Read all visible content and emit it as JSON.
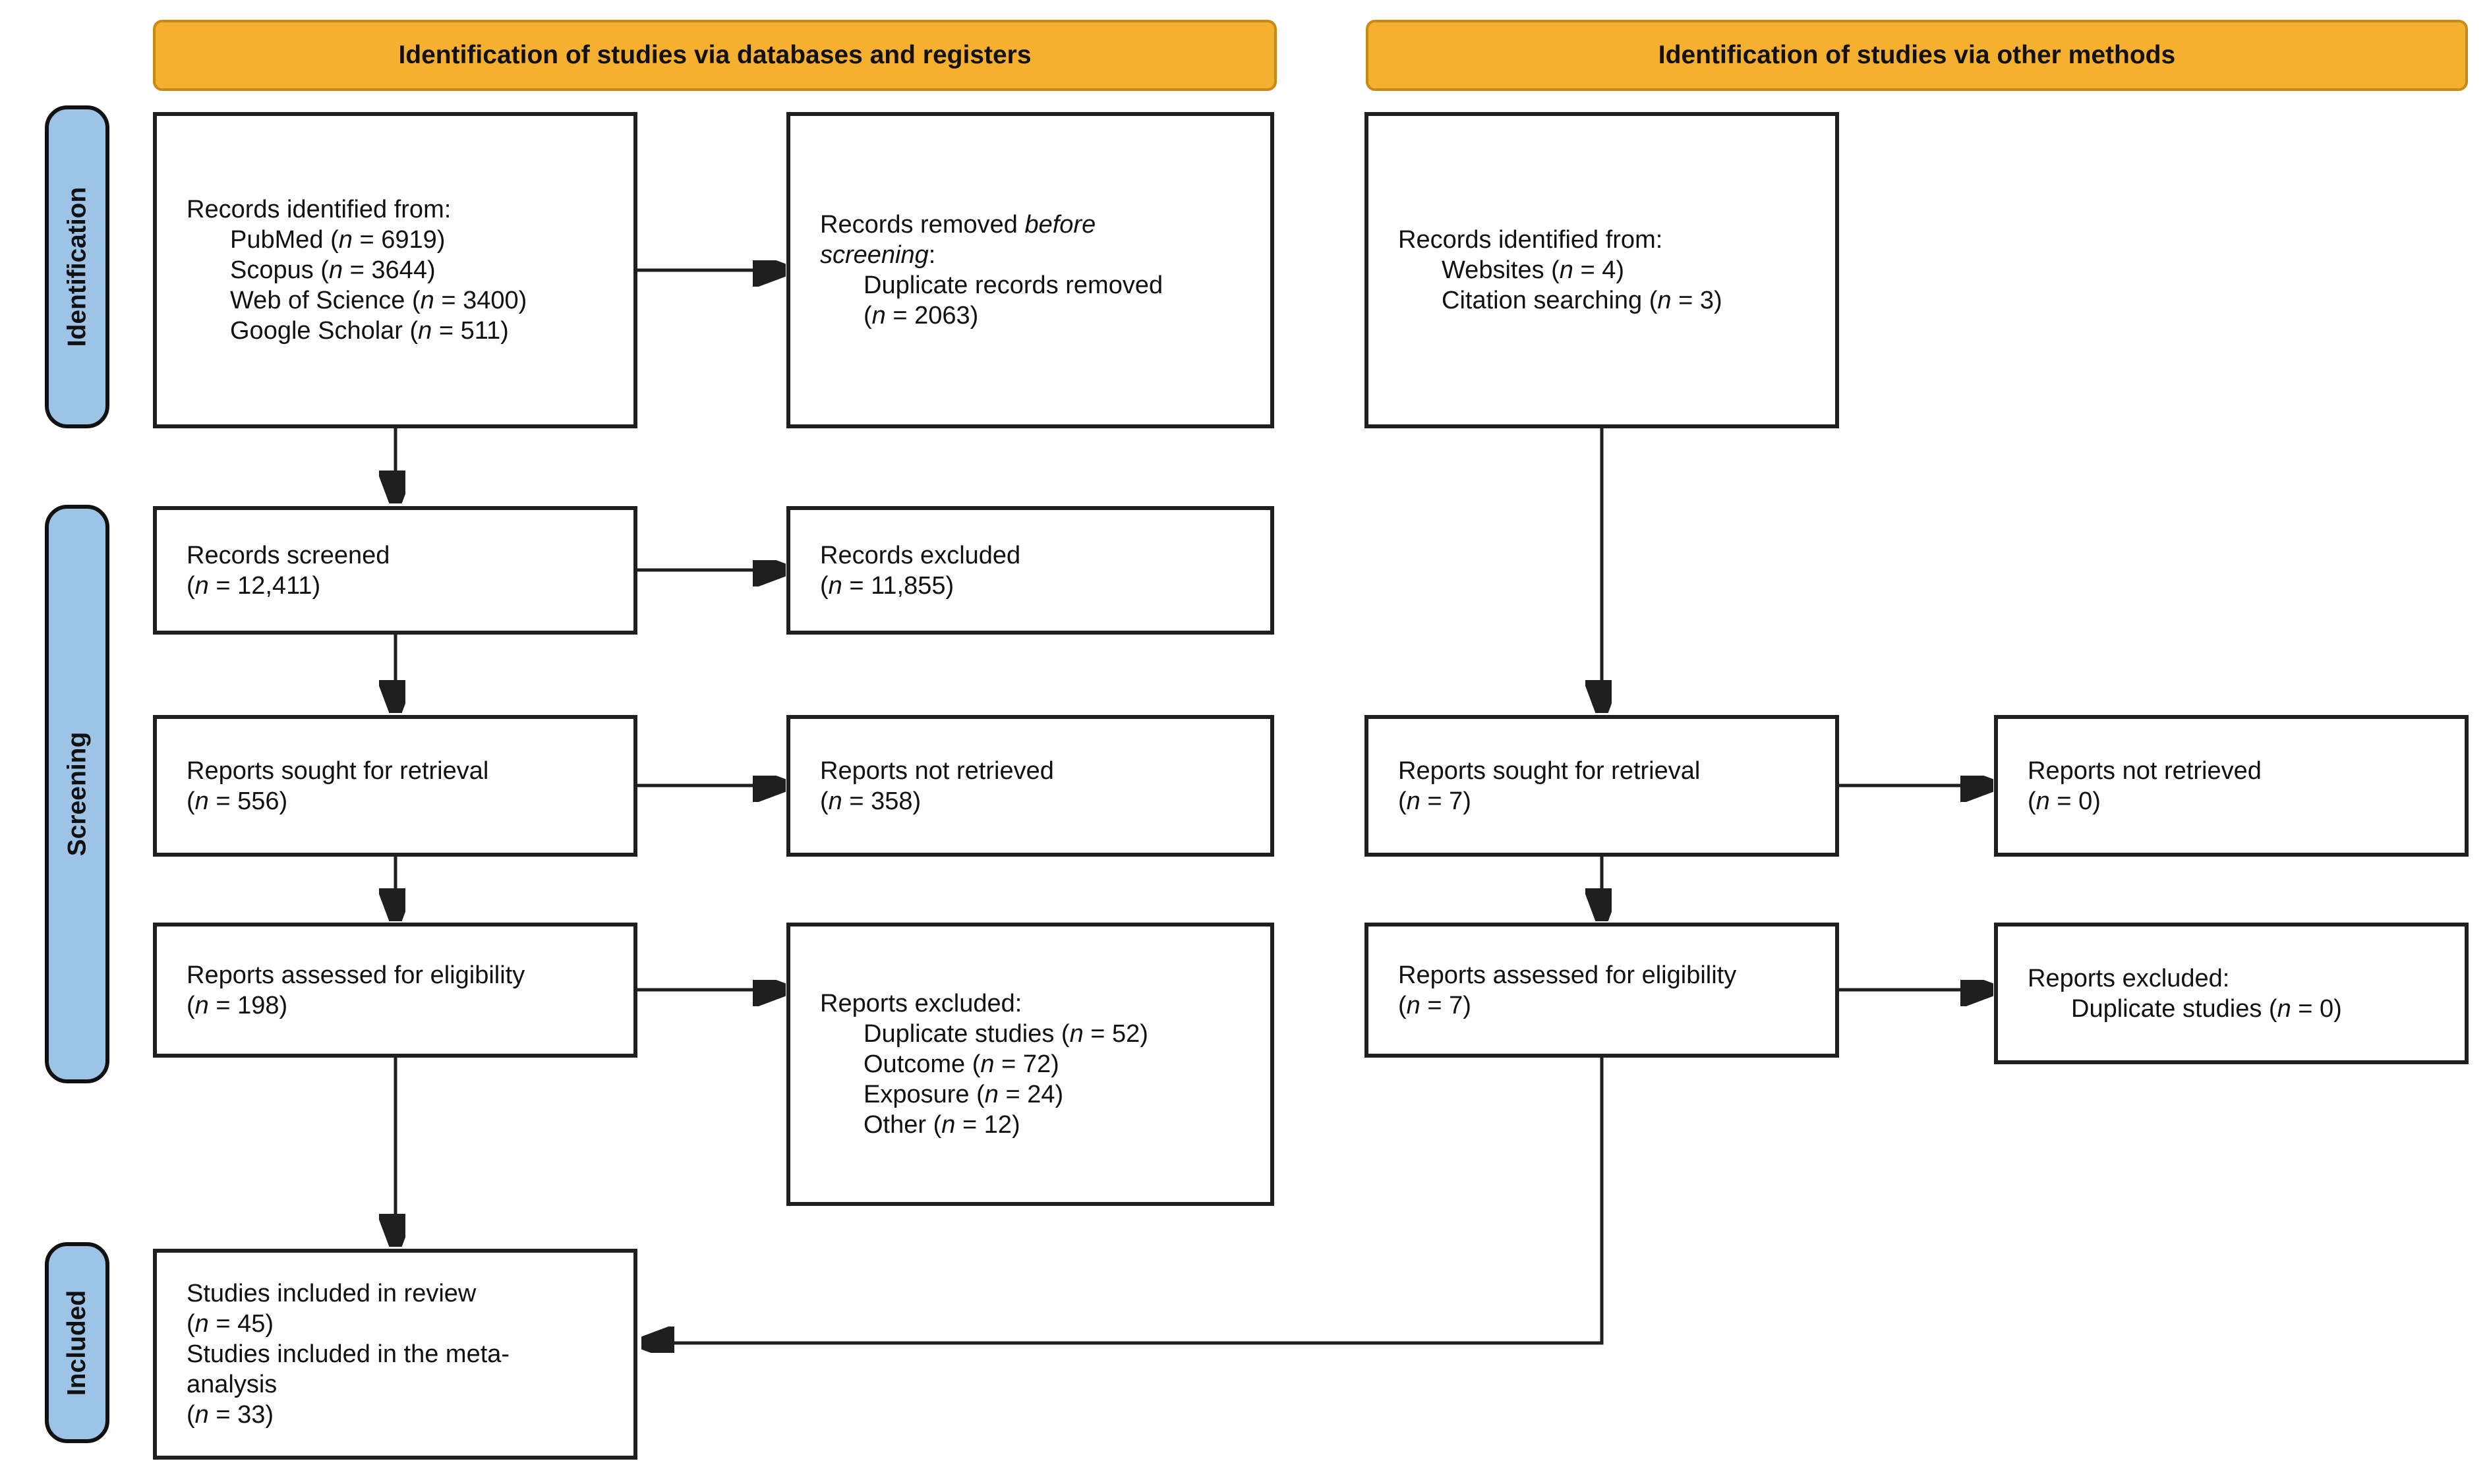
{
  "colors": {
    "banner_fill": "#F6B02F",
    "banner_border": "#C78A19",
    "stage_fill": "#9DC3E6",
    "box_border": "#1F1F1F",
    "text": "#111111"
  },
  "banners": {
    "databases": "Identification of studies via databases and registers",
    "other": "Identification of studies via other methods"
  },
  "stages": {
    "identification": "Identification",
    "screening": "Screening",
    "included": "Included"
  },
  "boxes": {
    "records_identified_db": {
      "lines": [
        {
          "parts": [
            {
              "t": "Records identified from:"
            }
          ]
        },
        {
          "indent": 1,
          "parts": [
            {
              "t": "PubMed ("
            },
            {
              "t": "n",
              "i": 1
            },
            {
              "t": " = 6919)"
            }
          ]
        },
        {
          "indent": 1,
          "parts": [
            {
              "t": "Scopus ("
            },
            {
              "t": "n",
              "i": 1
            },
            {
              "t": " = 3644)"
            }
          ]
        },
        {
          "indent": 1,
          "parts": [
            {
              "t": "Web of Science ("
            },
            {
              "t": "n",
              "i": 1
            },
            {
              "t": " = 3400)"
            }
          ]
        },
        {
          "indent": 1,
          "parts": [
            {
              "t": "Google Scholar ("
            },
            {
              "t": "n",
              "i": 1
            },
            {
              "t": " = 511)"
            }
          ]
        }
      ]
    },
    "records_removed": {
      "lines": [
        {
          "parts": [
            {
              "t": "Records removed "
            },
            {
              "t": "before",
              "i": 1
            }
          ]
        },
        {
          "parts": [
            {
              "t": "screening",
              "i": 1
            },
            {
              "t": ":"
            }
          ]
        },
        {
          "indent": 1,
          "parts": [
            {
              "t": "Duplicate records removed"
            }
          ]
        },
        {
          "indent": 1,
          "parts": [
            {
              "t": "("
            },
            {
              "t": "n",
              "i": 1
            },
            {
              "t": " = 2063)"
            }
          ]
        }
      ]
    },
    "records_identified_other": {
      "lines": [
        {
          "parts": [
            {
              "t": "Records identified from:"
            }
          ]
        },
        {
          "indent": 1,
          "parts": [
            {
              "t": "Websites ("
            },
            {
              "t": "n",
              "i": 1
            },
            {
              "t": " = 4)"
            }
          ]
        },
        {
          "indent": 1,
          "parts": [
            {
              "t": "Citation searching ("
            },
            {
              "t": "n",
              "i": 1
            },
            {
              "t": " = 3)"
            }
          ]
        }
      ]
    },
    "records_screened": {
      "lines": [
        {
          "parts": [
            {
              "t": "Records screened"
            }
          ]
        },
        {
          "parts": [
            {
              "t": "("
            },
            {
              "t": "n",
              "i": 1
            },
            {
              "t": " = 12,411)"
            }
          ]
        }
      ]
    },
    "records_excluded": {
      "lines": [
        {
          "parts": [
            {
              "t": "Records excluded"
            }
          ]
        },
        {
          "parts": [
            {
              "t": "("
            },
            {
              "t": "n",
              "i": 1
            },
            {
              "t": " = 11,855)"
            }
          ]
        }
      ]
    },
    "reports_sought_db": {
      "lines": [
        {
          "parts": [
            {
              "t": "Reports sought for retrieval"
            }
          ]
        },
        {
          "parts": [
            {
              "t": "("
            },
            {
              "t": "n",
              "i": 1
            },
            {
              "t": " = 556)"
            }
          ]
        }
      ]
    },
    "reports_not_retrieved_db": {
      "lines": [
        {
          "parts": [
            {
              "t": "Reports not retrieved"
            }
          ]
        },
        {
          "parts": [
            {
              "t": "("
            },
            {
              "t": "n",
              "i": 1
            },
            {
              "t": " = 358)"
            }
          ]
        }
      ]
    },
    "reports_assessed_db": {
      "lines": [
        {
          "parts": [
            {
              "t": "Reports assessed for eligibility"
            }
          ]
        },
        {
          "parts": [
            {
              "t": "("
            },
            {
              "t": "n",
              "i": 1
            },
            {
              "t": " = 198)"
            }
          ]
        }
      ]
    },
    "reports_excluded_db": {
      "lines": [
        {
          "parts": [
            {
              "t": "Reports excluded:"
            }
          ]
        },
        {
          "indent": 1,
          "parts": [
            {
              "t": "Duplicate studies ("
            },
            {
              "t": "n",
              "i": 1
            },
            {
              "t": " = 52)"
            }
          ]
        },
        {
          "indent": 1,
          "parts": [
            {
              "t": "Outcome ("
            },
            {
              "t": "n",
              "i": 1
            },
            {
              "t": " = 72)"
            }
          ]
        },
        {
          "indent": 1,
          "parts": [
            {
              "t": "Exposure ("
            },
            {
              "t": "n",
              "i": 1
            },
            {
              "t": " = 24)"
            }
          ]
        },
        {
          "indent": 1,
          "parts": [
            {
              "t": "Other ("
            },
            {
              "t": "n",
              "i": 1
            },
            {
              "t": " = 12)"
            }
          ]
        }
      ]
    },
    "studies_included": {
      "lines": [
        {
          "parts": [
            {
              "t": "Studies included in review"
            }
          ]
        },
        {
          "parts": [
            {
              "t": "("
            },
            {
              "t": "n",
              "i": 1
            },
            {
              "t": " = 45)"
            }
          ]
        },
        {
          "parts": [
            {
              "t": "Studies included in the meta-"
            }
          ]
        },
        {
          "parts": [
            {
              "t": "analysis"
            }
          ]
        },
        {
          "parts": [
            {
              "t": "("
            },
            {
              "t": "n",
              "i": 1
            },
            {
              "t": " = 33)"
            }
          ]
        }
      ]
    },
    "reports_sought_other": {
      "lines": [
        {
          "parts": [
            {
              "t": "Reports sought for retrieval"
            }
          ]
        },
        {
          "parts": [
            {
              "t": "("
            },
            {
              "t": "n",
              "i": 1
            },
            {
              "t": " = 7)"
            }
          ]
        }
      ]
    },
    "reports_not_retrieved_other": {
      "lines": [
        {
          "parts": [
            {
              "t": "Reports not retrieved"
            }
          ]
        },
        {
          "parts": [
            {
              "t": "("
            },
            {
              "t": "n",
              "i": 1
            },
            {
              "t": " = 0)"
            }
          ]
        }
      ]
    },
    "reports_assessed_other": {
      "lines": [
        {
          "parts": [
            {
              "t": "Reports assessed for eligibility"
            }
          ]
        },
        {
          "parts": [
            {
              "t": "("
            },
            {
              "t": "n",
              "i": 1
            },
            {
              "t": " = 7)"
            }
          ]
        }
      ]
    },
    "reports_excluded_other": {
      "lines": [
        {
          "parts": [
            {
              "t": "Reports excluded:"
            }
          ]
        },
        {
          "indent": 1,
          "parts": [
            {
              "t": "Duplicate studies ("
            },
            {
              "t": "n",
              "i": 1
            },
            {
              "t": " = 0)"
            }
          ]
        }
      ]
    }
  }
}
